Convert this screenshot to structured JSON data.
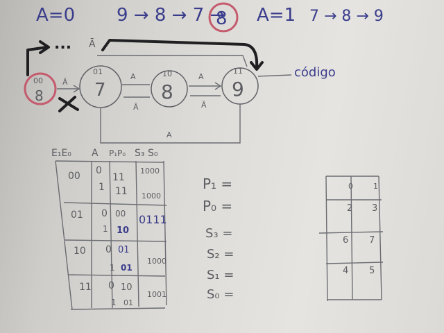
{
  "top_row": {
    "left_condition": "A=0",
    "left_sequence": "9 → 8 → 7 →",
    "highlighted_state": "8",
    "right_condition": "A=1",
    "right_sequence": "7 → 8 → 9"
  },
  "diagram": {
    "dots": "...",
    "abar_top": "Ā",
    "states": [
      {
        "label": "8",
        "code": "00"
      },
      {
        "label": "7",
        "code": "01"
      },
      {
        "label": "8",
        "code": "10"
      },
      {
        "label": "9",
        "code": "11"
      }
    ],
    "arrows": {
      "s8_to_s7": "Ā",
      "s7_to_s8_top": "A",
      "s8_to_s7_bottom": "Ā",
      "s8_to_s9_top": "A",
      "s9_to_s8_bottom": "Ā",
      "bottom_loop": "A"
    },
    "output_label": "código"
  },
  "truth_table": {
    "headers": [
      "E₁E₀",
      "A",
      "P₁P₀",
      "S₃ S₀"
    ],
    "rows": [
      {
        "e": "00",
        "a": "0",
        "p": "11",
        "s": "1000"
      },
      {
        "e": "",
        "a": "1",
        "p": "11",
        "s": "1000"
      },
      {
        "e": "01",
        "a": "0",
        "p": "00",
        "s": "0111"
      },
      {
        "e": "",
        "a": "1",
        "p": "10",
        "s": ""
      },
      {
        "e": "10",
        "a": "0",
        "p": "01",
        "s": "1000"
      },
      {
        "e": "",
        "a": "1",
        "p": "01",
        "s": ""
      },
      {
        "e": "11",
        "a": "0",
        "p": "10",
        "s": "1001"
      },
      {
        "e": "",
        "a": "1",
        "p": "01",
        "s": ""
      }
    ]
  },
  "equations": [
    "P₁ =",
    "P₀ =",
    "S₃ =",
    "S₂ =",
    "S₁ =",
    "S₀ ="
  ],
  "kmap": {
    "cells": [
      [
        "0",
        "1"
      ],
      [
        "2",
        "3"
      ],
      [
        "6",
        "7"
      ],
      [
        "4",
        "5"
      ]
    ]
  }
}
